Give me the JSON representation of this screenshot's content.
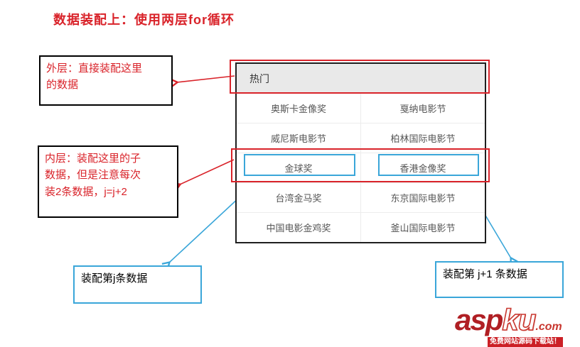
{
  "title": "数据装配上：使用两层for循环",
  "annotations": {
    "outer_note": "外层：直接装配这里\n的数据",
    "inner_note": "内层：装配这里的子\n数据，但是注意每次\n装2条数据，j=j+2",
    "assemble_j": "装配第j条数据",
    "assemble_j_plus_1": "装配第 j+1 条数据"
  },
  "table": {
    "header": "热门",
    "rows": [
      [
        "奥斯卡金像奖",
        "戛纳电影节"
      ],
      [
        "威尼斯电影节",
        "柏林国际电影节"
      ],
      [
        "金球奖",
        "香港金像奖"
      ],
      [
        "台湾金马奖",
        "东京国际电影节"
      ],
      [
        "中国电影金鸡奖",
        "釜山国际电影节"
      ]
    ],
    "highlighted_row_index": 2
  },
  "watermark": {
    "asp": "asp",
    "ku": "ku",
    "tld": ".com",
    "tagline": "免费网站源码下载站！"
  },
  "colors": {
    "annotation_red": "#d9232a",
    "highlight_cyan": "#3aa6d9",
    "header_bg": "#e9e9e9",
    "cell_text": "#565656",
    "logo_red": "#c8372f"
  }
}
